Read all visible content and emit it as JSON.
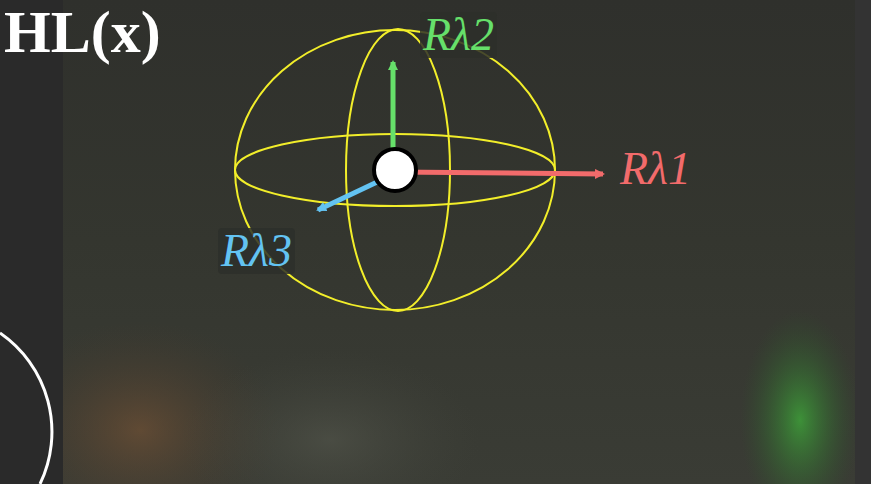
{
  "diagram": {
    "labels": [
      "HL(x)",
      "Rλ1",
      "Rλ2",
      "Rλ3"
    ]
  }
}
